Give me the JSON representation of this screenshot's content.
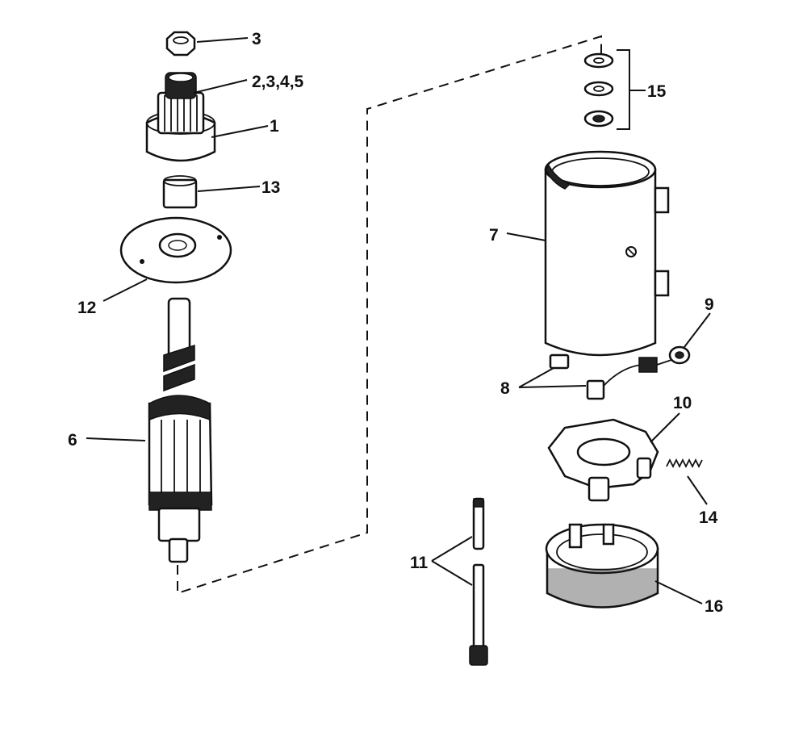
{
  "callouts": {
    "c1": "1",
    "c2345": "2,3,4,5",
    "c3": "3",
    "c6": "6",
    "c7": "7",
    "c8": "8",
    "c9": "9",
    "c10": "10",
    "c11": "11",
    "c12": "12",
    "c13": "13",
    "c14": "14",
    "c15": "15",
    "c16": "16"
  },
  "colors": {
    "ink": "#111111",
    "paper": "#ffffff"
  }
}
